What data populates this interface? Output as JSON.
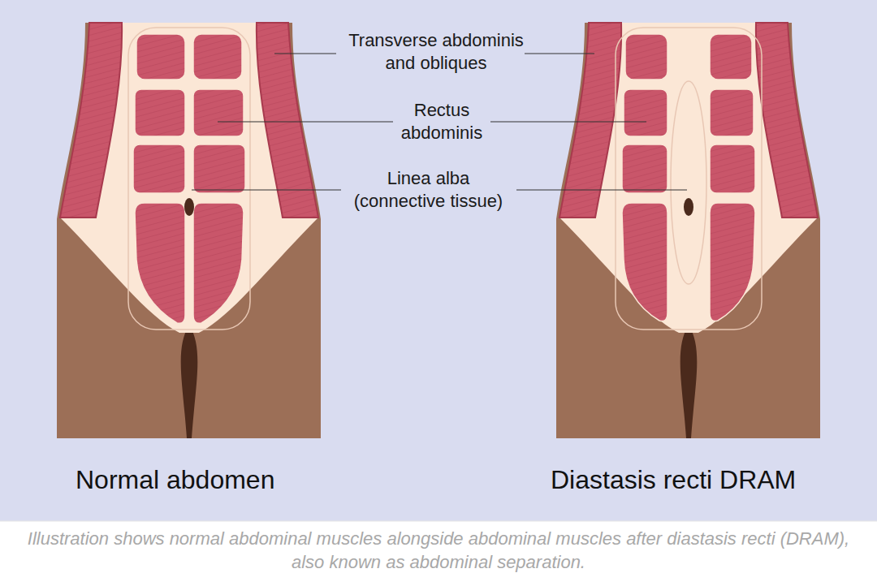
{
  "diagram": {
    "caption": "Illustration shows normal abdominal muscles alongside abdominal muscles after diastasis recti (DRAM), also known as abdominal separation.",
    "labels": [
      "Transverse abdominis and obliques",
      "Rectus abdominis",
      "Linea alba (connective tissue)",
      "Normal abdomen",
      "Diastasis recti DRAM"
    ]
  }
}
